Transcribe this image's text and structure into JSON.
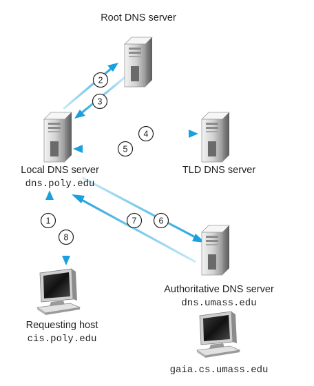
{
  "servers": {
    "root": {
      "label": "Root DNS server"
    },
    "local": {
      "label": "Local DNS server",
      "host": "dns.poly.edu"
    },
    "tld": {
      "label": "TLD DNS server"
    },
    "authoritative": {
      "label": "Authoritative DNS server",
      "host": "dns.umass.edu"
    }
  },
  "requesting_host": {
    "label": "Requesting host",
    "host": "cis.poly.edu"
  },
  "target_host": {
    "host": "gaia.cs.umass.edu"
  },
  "steps": [
    "1",
    "2",
    "3",
    "4",
    "5",
    "6",
    "7",
    "8"
  ],
  "colors": {
    "arrow_dark": "#1aa0dc",
    "arrow_light": "#a9dbf1",
    "tower_light": "#e9e9e9",
    "tower_dark": "#9c9c9c",
    "screen": "#2c2c2c"
  }
}
